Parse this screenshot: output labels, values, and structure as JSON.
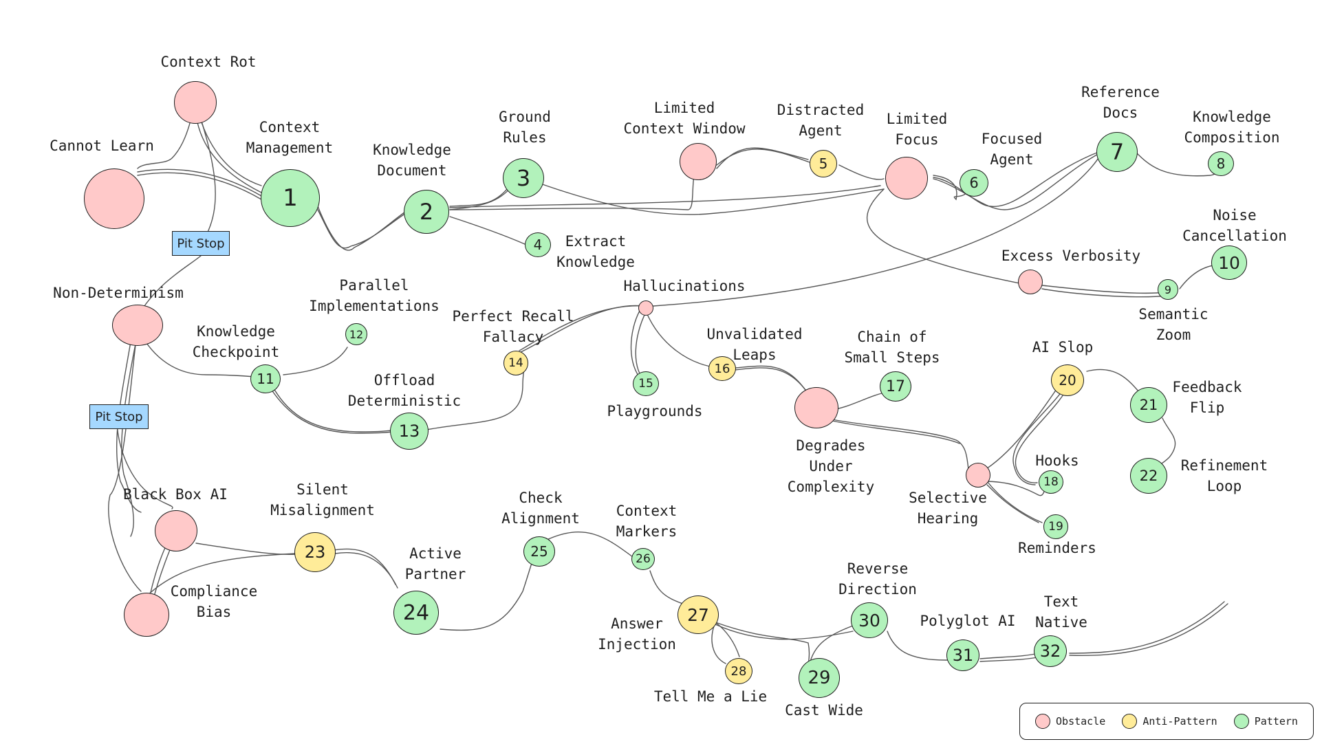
{
  "colors": {
    "obstacle": "#ffc9c9",
    "anti_pattern": "#ffec99",
    "pattern": "#b2f2bb",
    "pit_stop": "#a5d8ff",
    "stroke": "#1e1e1e"
  },
  "nodes": {
    "n1": "1",
    "n2": "2",
    "n3": "3",
    "n4": "4",
    "n5": "5",
    "n6": "6",
    "n7": "7",
    "n8": "8",
    "n9": "9",
    "n10": "10",
    "n11": "11",
    "n12": "12",
    "n13": "13",
    "n14": "14",
    "n15": "15",
    "n16": "16",
    "n17": "17",
    "n18": "18",
    "n19": "19",
    "n20": "20",
    "n21": "21",
    "n22": "22",
    "n23": "23",
    "n24": "24",
    "n25": "25",
    "n26": "26",
    "n27": "27",
    "n28": "28",
    "n29": "29",
    "n30": "30",
    "n31": "31",
    "n32": "32"
  },
  "labels": {
    "context_rot": "Context Rot",
    "cannot_learn": "Cannot Learn",
    "context_management": "Context\nManagement",
    "knowledge_document": "Knowledge\nDocument",
    "ground_rules": "Ground\nRules",
    "extract_knowledge": "Extract\nKnowledge",
    "limited_context_window": "Limited\nContext Window",
    "distracted_agent": "Distracted\nAgent",
    "limited_focus": "Limited\nFocus",
    "focused_agent": "Focused\nAgent",
    "reference_docs": "Reference\nDocs",
    "knowledge_composition": "Knowledge\nComposition",
    "noise_cancellation": "Noise\nCancellation",
    "excess_verbosity": "Excess Verbosity",
    "semantic_zoom": "Semantic\nZoom",
    "non_determinism": "Non-Determinism",
    "parallel_implementations": "Parallel\nImplementations",
    "knowledge_checkpoint": "Knowledge\nCheckpoint",
    "offload_deterministic": "Offload\nDeterministic",
    "perfect_recall_fallacy": "Perfect Recall\nFallacy",
    "hallucinations": "Hallucinations",
    "playgrounds": "Playgrounds",
    "unvalidated_leaps": "Unvalidated\nLeaps",
    "chain_of_small_steps": "Chain of\nSmall Steps",
    "degrades_under_complexity": "Degrades\nUnder\nComplexity",
    "ai_slop": "AI Slop",
    "feedback_flip": "Feedback\nFlip",
    "refinement_loop": "Refinement\nLoop",
    "hooks": "Hooks",
    "selective_hearing": "Selective\nHearing",
    "reminders": "Reminders",
    "black_box_ai": "Black Box AI",
    "compliance_bias": "Compliance\nBias",
    "silent_misalignment": "Silent\nMisalignment",
    "active_partner": "Active\nPartner",
    "check_alignment": "Check\nAlignment",
    "context_markers": "Context\nMarkers",
    "answer_injection": "Answer\nInjection",
    "tell_me_a_lie": "Tell Me a Lie",
    "cast_wide": "Cast Wide",
    "reverse_direction": "Reverse\nDirection",
    "polyglot_ai": "Polyglot AI",
    "text_native": "Text\nNative"
  },
  "pit_stops": [
    "Pit Stop",
    "Pit Stop"
  ],
  "legend": {
    "obstacle": "Obstacle",
    "anti_pattern": "Anti-Pattern",
    "pattern": "Pattern"
  }
}
